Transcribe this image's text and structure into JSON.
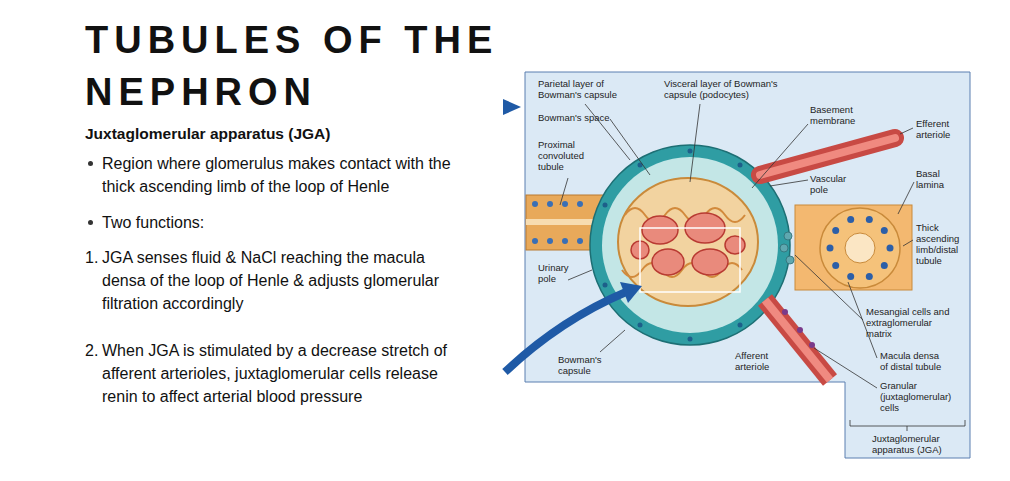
{
  "diagram": {
    "title": "TUBULES OF THE NEPHRON",
    "labels": [
      "Juxtaglomerular apparatus (JGA)",
      "Region where glomerulus makes contact with the thick ascending limb of the loop of Henle",
      "Two functions:",
      "1.",
      "JGA senses fluid & NaCl reaching the macula densa of the loop of Henle & adjusts glomerular filtration accordingly",
      "2.",
      "When JGA is stimulated by a decrease stretch of afferent arterioles, juxtaglomerular cells release renin to affect arterial blood pressure",
      "Parietal layer of Bowman's capsule",
      "Visceral layer of Bowman's capsule (podocytes)",
      "Bowman's space",
      "Proximal convoluted tubule",
      "Basement membrane",
      "Efferent arteriole",
      "Vascular pole",
      "Basal lamina",
      "Thick ascending limb/distal tubule",
      "Urinary pole",
      "Mesangial cells and extraglomerular matrix",
      "Afferent arteriole",
      "Bowman's capsule",
      "Macula densa of distal tubule",
      "Granular (juxtaglomerular) cells",
      "Juxtaglomerular apparatus (JGA)"
    ]
  }
}
